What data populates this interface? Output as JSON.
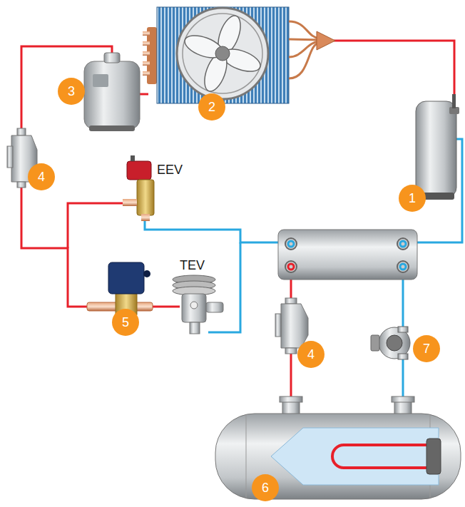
{
  "diagram": {
    "labels": [
      "1",
      "2",
      "3",
      "4",
      "EEV",
      "5",
      "TEV",
      "4",
      "7",
      "6"
    ]
  }
}
